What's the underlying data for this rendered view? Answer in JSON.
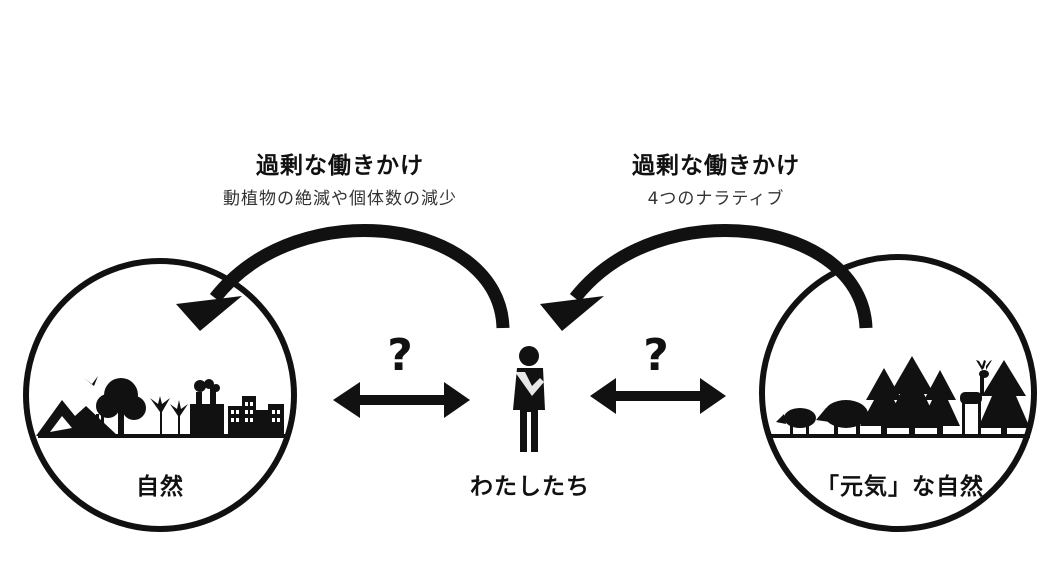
{
  "top_left": {
    "title": "過剰な働きかけ",
    "subtitle": "動植物の絶滅や個体数の減少"
  },
  "top_right": {
    "title": "過剰な働きかけ",
    "subtitle": "4つのナラティブ"
  },
  "nodes": {
    "left": "自然",
    "center": "わたしたち",
    "right": "「元気」な自然"
  },
  "question_left": "?",
  "question_right": "?",
  "colors": {
    "ink": "#111111",
    "background": "#ffffff"
  }
}
